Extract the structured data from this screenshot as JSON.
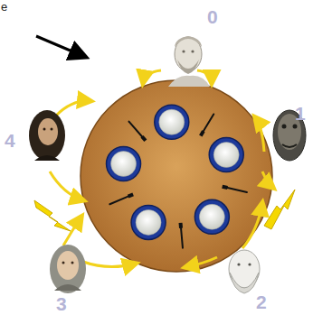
{
  "diagram": {
    "labels": [
      "e",
      "0",
      "4",
      "1",
      "3",
      "2"
    ]
  }
}
